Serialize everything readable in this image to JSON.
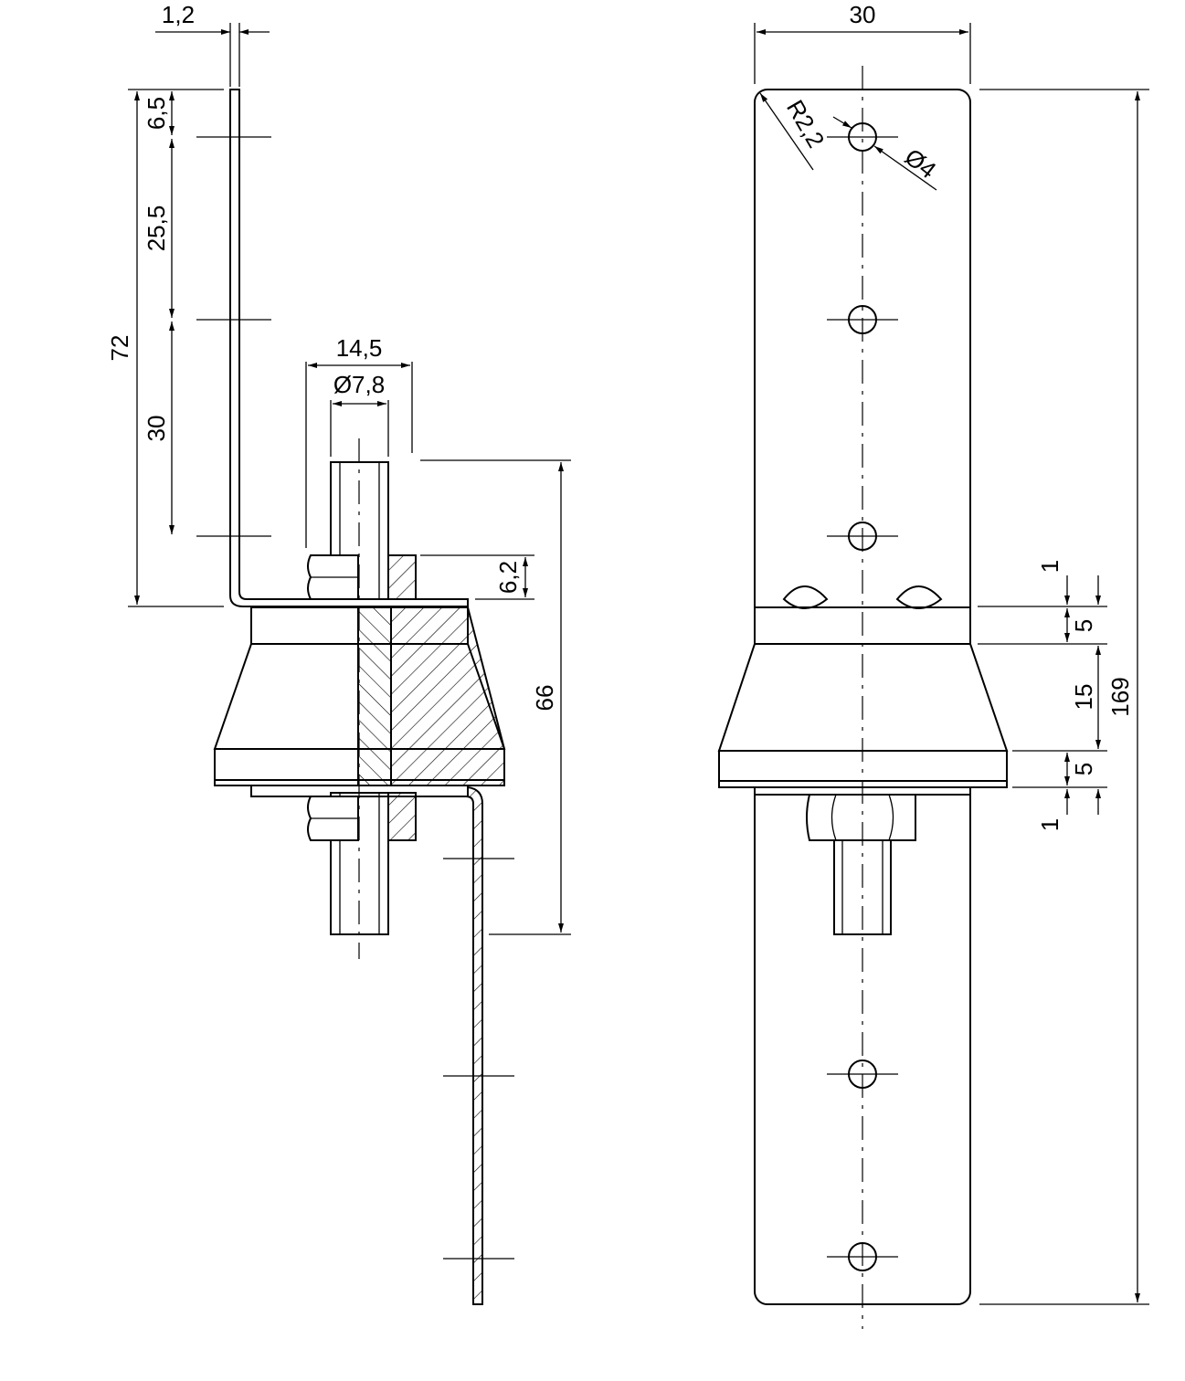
{
  "dimensions": {
    "sheet_thickness": "1,2",
    "top_hole_offset": "6,5",
    "hole_spacing_a": "25,5",
    "hole_spacing_b": "30",
    "bracket_height": "72",
    "nut_across_flats": "14,5",
    "bolt_diameter": "Ø7,8",
    "washer_thickness": "6,2",
    "bolt_length": "66",
    "bracket_width": "30",
    "corner_radius": "R2,2",
    "hole_diameter": "Ø4",
    "gap_top": "1",
    "plate_top": "5",
    "cone_height": "15",
    "plate_bottom": "5",
    "gap_bottom": "1",
    "total_length": "169"
  },
  "colors": {
    "line": "#000000",
    "background": "#ffffff"
  }
}
